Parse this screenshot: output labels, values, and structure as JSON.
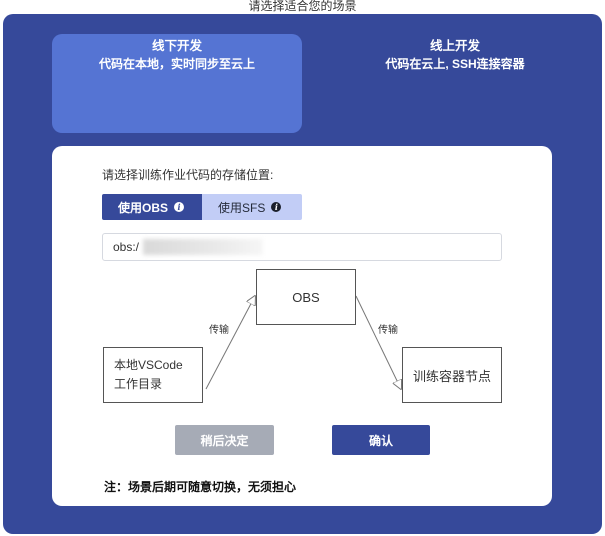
{
  "page_title": "请选择适合您的场景",
  "modes": [
    {
      "title": "线下开发",
      "desc": "代码在本地，实时同步至云上"
    },
    {
      "title": "线上开发",
      "desc": "代码在云上, SSH连接容器"
    }
  ],
  "storage": {
    "prompt": "请选择训练作业代码的存储位置:",
    "tab_obs": "使用OBS",
    "tab_sfs": "使用SFS",
    "path_prefix": "obs:/"
  },
  "diagram": {
    "obs_node": "OBS",
    "local_node_line1": "本地VSCode",
    "local_node_line2": "工作目录",
    "container_node": "训练容器节点",
    "edge_left": "传输",
    "edge_right": "传输"
  },
  "buttons": {
    "later": "稍后决定",
    "confirm": "确认"
  },
  "note": "注：场景后期可随意切换，无须担心",
  "colors": {
    "primary": "#36499a",
    "active_card": "#5574d3",
    "tab_inactive": "#c2cdf6",
    "disabled": "#a6abb6"
  }
}
